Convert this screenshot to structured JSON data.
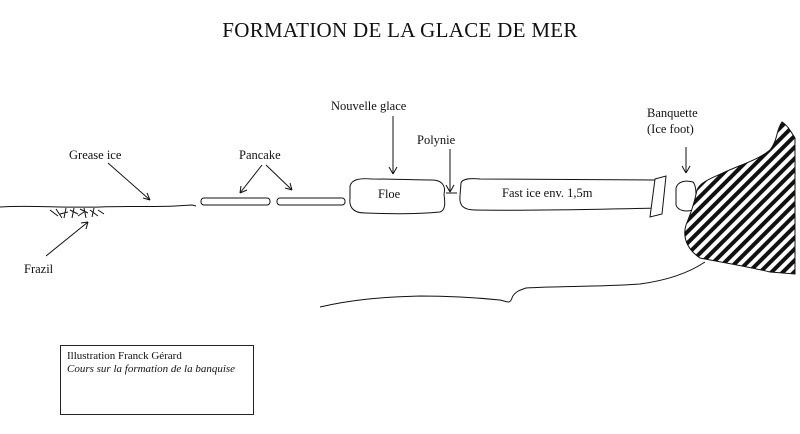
{
  "title": "FORMATION DE LA GLACE DE MER",
  "labels": {
    "grease_ice": "Grease ice",
    "pancake": "Pancake",
    "nouvelle_glace": "Nouvelle glace",
    "polynie": "Polynie",
    "floe": "Floe",
    "fast_ice": "Fast ice  env. 1,5m",
    "banquette_line1": "Banquette",
    "banquette_line2": "(Ice foot)",
    "frazil": "Frazil"
  },
  "credit": {
    "line1": "Illustration Franck Gérard",
    "line2": "Cours sur la formation de la banquise"
  },
  "colors": {
    "ink": "#111111",
    "background": "#ffffff"
  }
}
